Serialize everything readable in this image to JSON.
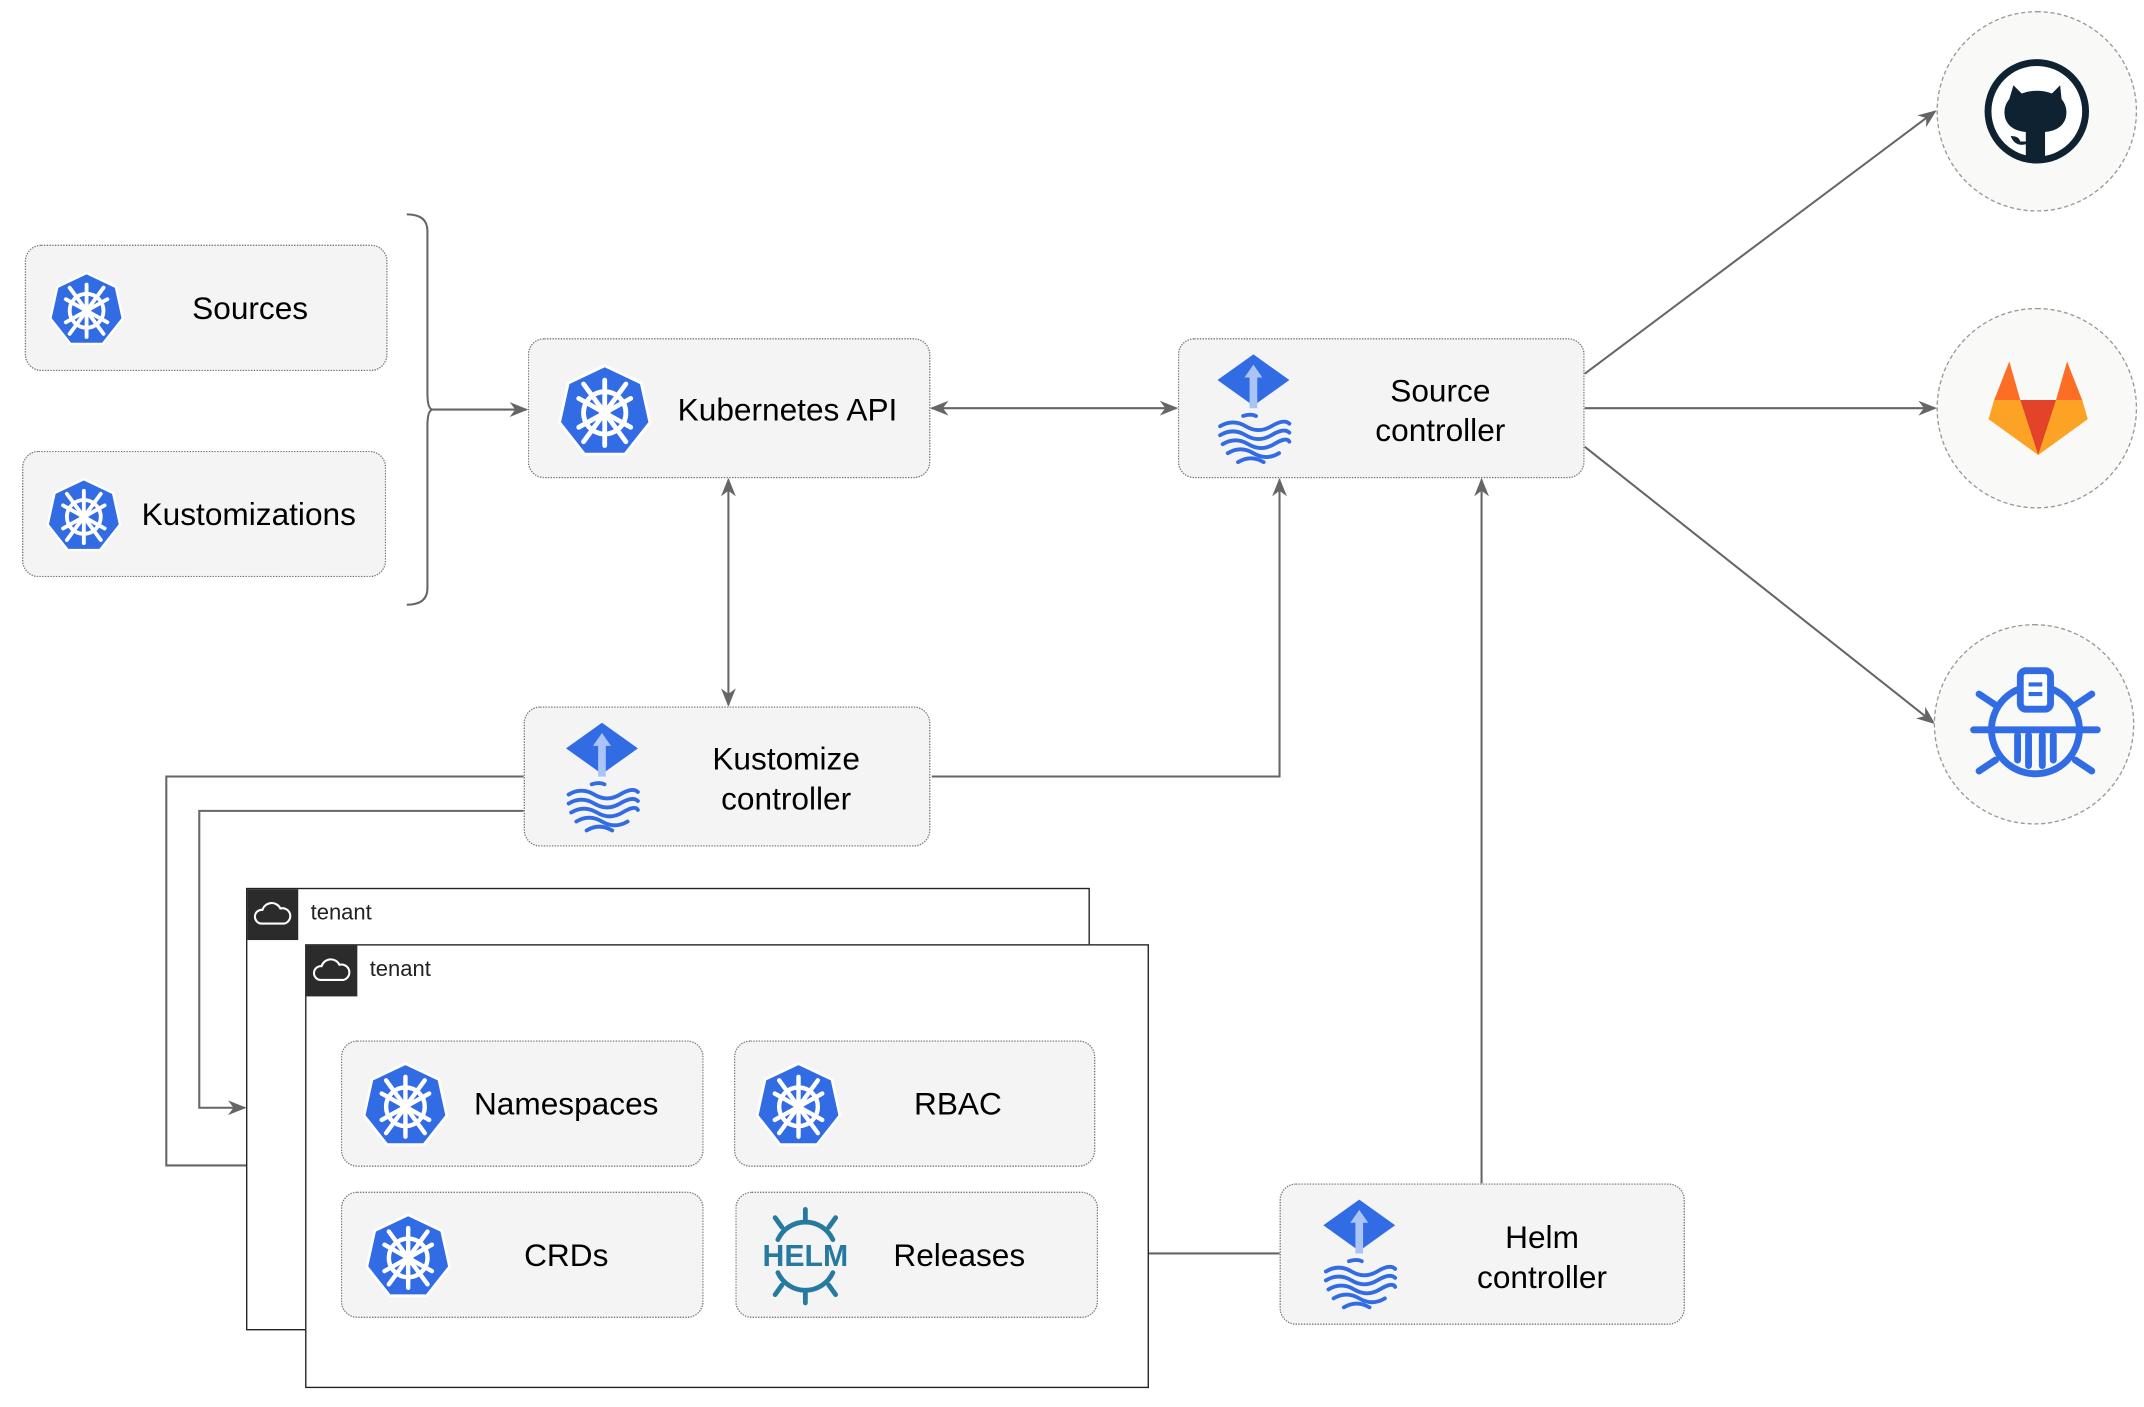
{
  "nodes": {
    "sources": "Sources",
    "kustomizations": "Kustomizations",
    "kubernetes_api": "Kubernetes API",
    "source_controller": [
      "Source",
      "controller"
    ],
    "kustomize_controller": [
      "Kustomize",
      "controller"
    ],
    "helm_controller": [
      "Helm",
      "controller"
    ],
    "namespaces": "Namespaces",
    "rbac": "RBAC",
    "crds": "CRDs",
    "releases": "Releases"
  },
  "tenants": [
    "tenant",
    "tenant"
  ],
  "helm_logo": "HELM",
  "external_sources": [
    "github-icon",
    "gitlab-icon",
    "bucket-icon"
  ],
  "colors": {
    "k8s_blue": "#326ce5",
    "line": "#666666",
    "helm": "#277a9f",
    "gitlab_orange": "#e24329",
    "github_dark": "#0f2231"
  }
}
